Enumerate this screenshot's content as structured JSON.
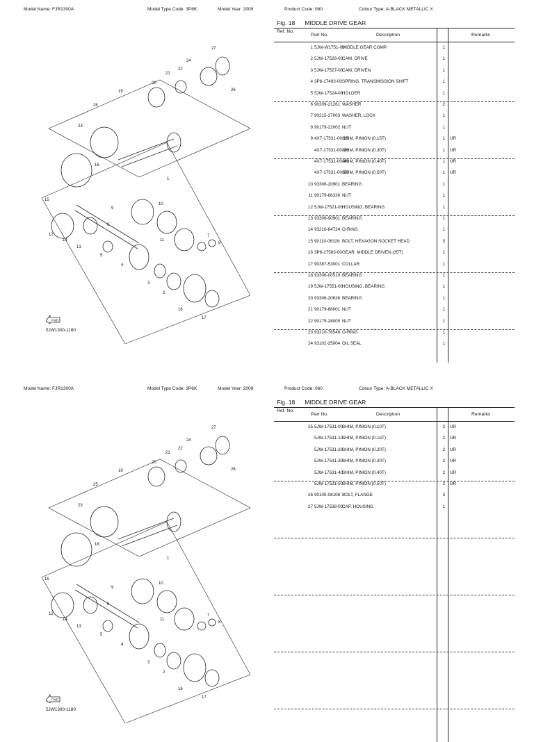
{
  "pages": [
    {
      "header": {
        "model_name": "Model Name:  FJR1300A",
        "model_type": "Model Type Code:  3P6K",
        "model_year": "Model Year:  2009",
        "product_code": "Product Code:  060",
        "colour_type": "Colour Type:  A-BLACK METALLIC X"
      },
      "fig_no": "Fig.   18",
      "fig_title": "MIDDLE DRIVE GEAR",
      "diagram_code": "5JW1300-1180",
      "fwd_label": "FWD",
      "columns": {
        "ref": "Ref. No.",
        "part": "Part No.",
        "desc": "Description",
        "remarks": "Remarks"
      },
      "rows": [
        {
          "ref": "1",
          "part": "5JW-W1751-00",
          "desc": "MIDDLE GEAR COMP.",
          "qty": "1",
          "rmk": ""
        },
        {
          "ref": "2",
          "part": "5JW-17526-00",
          "desc": "CAM, DRIVE",
          "qty": "1",
          "rmk": ""
        },
        {
          "ref": "3",
          "part": "5JW-17527-00",
          "desc": "CAM, DRIVEN",
          "qty": "1",
          "rmk": ""
        },
        {
          "ref": "4",
          "part": "3P6-17493-00",
          "desc": "SPRING, TRANSMISSION SHIFT",
          "qty": "1",
          "rmk": ""
        },
        {
          "ref": "5",
          "part": "5JW-17524-00",
          "desc": "HOLDER",
          "qty": "1",
          "rmk": ""
        },
        {
          "ref": "6",
          "part": "90209-21261",
          "desc": "WASHER",
          "qty": "2",
          "rmk": ""
        },
        {
          "ref": "7",
          "part": "90215-27003",
          "desc": "WASHER, LOCK",
          "qty": "1",
          "rmk": ""
        },
        {
          "ref": "8",
          "part": "90179-22002",
          "desc": "NUT",
          "qty": "1",
          "rmk": ""
        },
        {
          "ref": "9",
          "part": "4X7-17531-00-15",
          "desc": "SHIM, PINION (0.15T)",
          "qty": "1",
          "rmk": "UR"
        },
        {
          "ref": "",
          "part": "4X7-17531-00-30",
          "desc": "SHIM, PINION (0.30T)",
          "qty": "1",
          "rmk": "UR"
        },
        {
          "ref": "",
          "part": "4X7-17531-00-40",
          "desc": "SHIM, PINION (0.40T)",
          "qty": "1",
          "rmk": "UR"
        },
        {
          "ref": "",
          "part": "4X7-17531-00-50",
          "desc": "SHIM, PINION (0.50T)",
          "qty": "1",
          "rmk": "UR"
        },
        {
          "ref": "10",
          "part": "93306-20901",
          "desc": "BEARING",
          "qty": "1",
          "rmk": ""
        },
        {
          "ref": "11",
          "part": "90179-88336",
          "desc": "NUT",
          "qty": "1",
          "rmk": ""
        },
        {
          "ref": "12",
          "part": "5JW-17521-00",
          "desc": "HOUSING, BEARING",
          "qty": "1",
          "rmk": ""
        },
        {
          "ref": "13",
          "part": "93306-90901",
          "desc": "BEARING",
          "qty": "1",
          "rmk": ""
        },
        {
          "ref": "14",
          "part": "93210-84724",
          "desc": "O-RING",
          "qty": "1",
          "rmk": ""
        },
        {
          "ref": "15",
          "part": "90110-06326",
          "desc": "BOLT, HEXAGON SOCKET HEAD",
          "qty": "3",
          "rmk": ""
        },
        {
          "ref": "16",
          "part": "3P6-17583-00",
          "desc": "GEAR, MIDDLE DRIVEN (35T)",
          "qty": "1",
          "rmk": ""
        },
        {
          "ref": "17",
          "part": "90387-53001",
          "desc": "COLLAR",
          "qty": "1",
          "rmk": ""
        },
        {
          "ref": "18",
          "part": "93306-00519",
          "desc": "BEARING",
          "qty": "1",
          "rmk": ""
        },
        {
          "ref": "19",
          "part": "5JW-17551-00",
          "desc": "HOUSING, BEARING",
          "qty": "1",
          "rmk": ""
        },
        {
          "ref": "20",
          "part": "93306-20636",
          "desc": "BEARING",
          "qty": "1",
          "rmk": ""
        },
        {
          "ref": "21",
          "part": "90179-68001",
          "desc": "NUT",
          "qty": "1",
          "rmk": ""
        },
        {
          "ref": "22",
          "part": "90179-28005",
          "desc": "NUT",
          "qty": "1",
          "rmk": ""
        },
        {
          "ref": "23",
          "part": "93210-76546",
          "desc": "O-RING",
          "qty": "1",
          "rmk": ""
        },
        {
          "ref": "24",
          "part": "93102-25004",
          "desc": "OIL SEAL",
          "qty": "1",
          "rmk": ""
        }
      ]
    },
    {
      "header": {
        "model_name": "Model Name:  FJR1300A",
        "model_type": "Model Type Code:  3P6K",
        "model_year": "Model Year:  2009",
        "product_code": "Product Code:  060",
        "colour_type": "Colour Type:  A-BLACK METALLIC X"
      },
      "fig_no": "Fig.   18",
      "fig_title": "MIDDLE DRIVE GEAR",
      "diagram_code": "5JW1300-1180",
      "fwd_label": "FWD",
      "columns": {
        "ref": "Ref. No.",
        "part": "Part No.",
        "desc": "Description",
        "remarks": "Remarks"
      },
      "rows": [
        {
          "ref": "25",
          "part": "5JW-17531-00",
          "desc": "SHIM, PINION (0.10T)",
          "qty": "2",
          "rmk": "UR"
        },
        {
          "ref": "",
          "part": "5JW-17531-10",
          "desc": "SHIM, PINION (0.15T)",
          "qty": "2",
          "rmk": "UR"
        },
        {
          "ref": "",
          "part": "5JW-17531-20",
          "desc": "SHIM, PINION (0.20T)",
          "qty": "2",
          "rmk": "UR"
        },
        {
          "ref": "",
          "part": "5JW-17531-30",
          "desc": "SHIM, PINION (0.30T)",
          "qty": "2",
          "rmk": "UR"
        },
        {
          "ref": "",
          "part": "5JW-17531-40",
          "desc": "SHIM, PINION (0.40T)",
          "qty": "2",
          "rmk": "UR"
        },
        {
          "ref": "",
          "part": "5JW-17531-50",
          "desc": "SHIM, PINION (0.50T)",
          "qty": "2",
          "rmk": "UR"
        },
        {
          "ref": "26",
          "part": "90105-08108",
          "desc": "BOLT, FLANGE",
          "qty": "3",
          "rmk": ""
        },
        {
          "ref": "27",
          "part": "5JW-17538-00",
          "desc": "CAP, HOUSING",
          "qty": "1",
          "rmk": ""
        }
      ]
    }
  ],
  "callouts": [
    "27",
    "24",
    "22",
    "21",
    "26",
    "20",
    "19",
    "25",
    "23",
    "18",
    "1",
    "15",
    "9",
    "10",
    "7",
    "8",
    "11",
    "6",
    "12",
    "14",
    "13",
    "5",
    "4",
    "3",
    "2",
    "16",
    "17"
  ]
}
